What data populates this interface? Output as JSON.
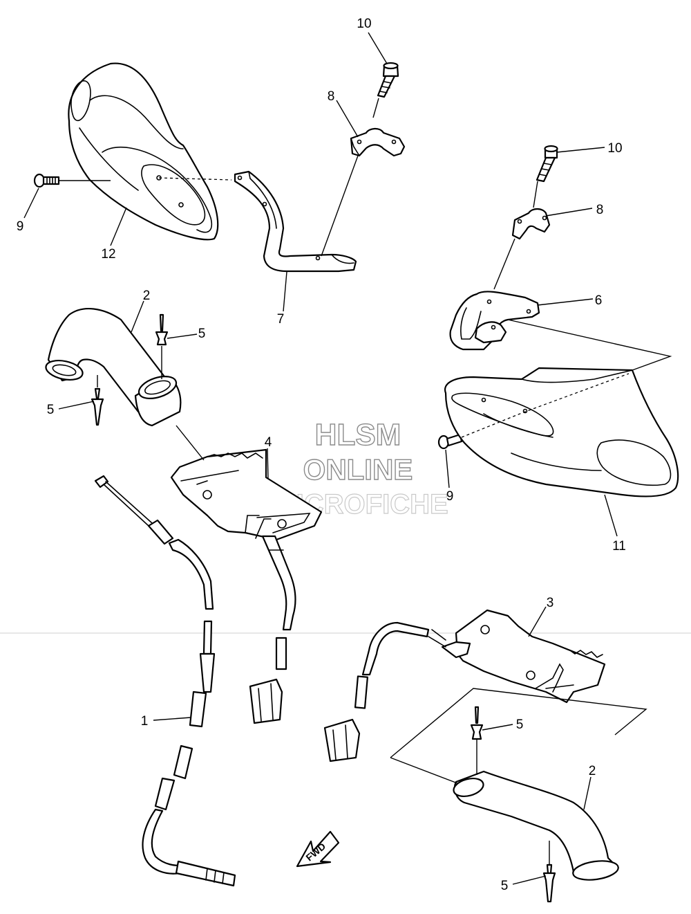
{
  "callouts": {
    "c1": "1",
    "c2a": "2",
    "c2b": "2",
    "c3": "3",
    "c4": "4",
    "c5a": "5",
    "c5b": "5",
    "c5c": "5",
    "c5d": "5",
    "c6": "6",
    "c7": "7",
    "c8a": "8",
    "c8b": "8",
    "c9a": "9",
    "c9b": "9",
    "c10a": "10",
    "c10b": "10",
    "c11": "11",
    "c12": "12"
  },
  "watermark": {
    "line1": "HLSM",
    "line2": "ONLINE",
    "line3": "MICROFICHE"
  },
  "direction_marker": {
    "label": "FWD",
    "icon": "fwd-arrow-icon"
  }
}
